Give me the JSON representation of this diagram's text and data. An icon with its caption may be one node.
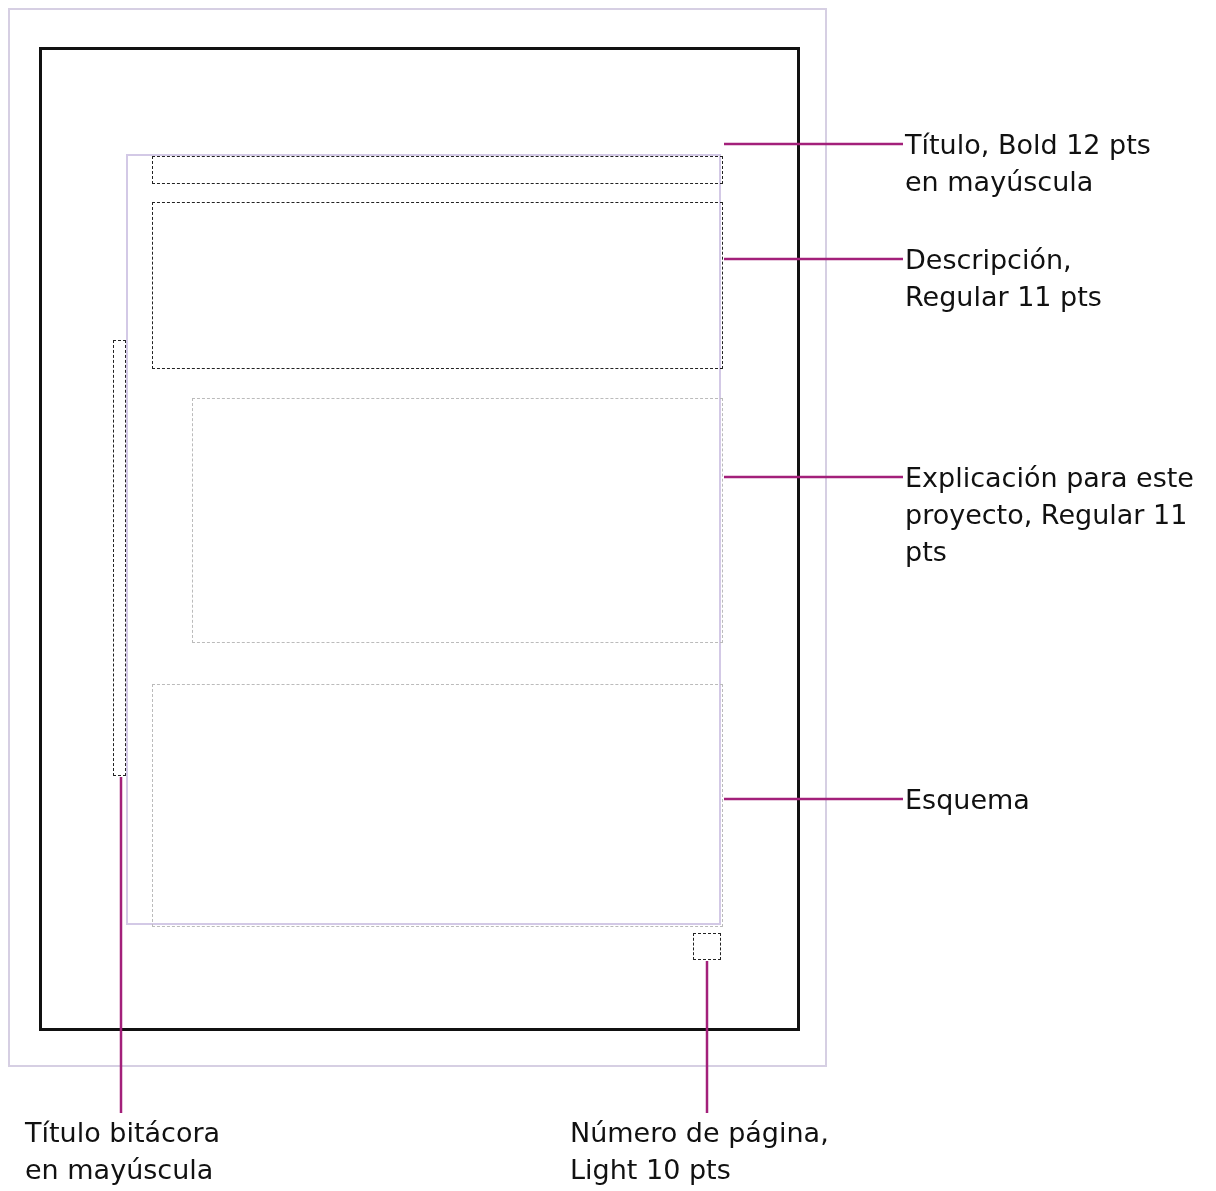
{
  "diagram": {
    "nodes": [
      {
        "text": [],
        "shape": "box"
      },
      {
        "text": [],
        "shape": "box",
        "in": 0
      },
      {
        "text": [],
        "shape": "box",
        "in": 1
      },
      {
        "text": [],
        "shape": "box",
        "in": 2
      },
      {
        "text": [],
        "shape": "box",
        "in": 2
      },
      {
        "text": [],
        "shape": "box",
        "in": 2
      },
      {
        "text": [],
        "shape": "box",
        "in": 2
      },
      {
        "text": [],
        "shape": "box",
        "in": 1
      },
      {
        "text": [],
        "shape": "box",
        "in": 1
      },
      {
        "text": [
          "Título, Bold 12 pts en mayúscula"
        ]
      },
      {
        "text": [
          "Descripción, Regular 11 pts"
        ]
      },
      {
        "text": [
          "Explicación para este proyecto, Regular 11 pts"
        ]
      },
      {
        "text": [
          "Esquema"
        ]
      },
      {
        "text": [
          "Título bitácora en mayúscula"
        ]
      },
      {
        "text": [
          "Número de página, Light 10 pts"
        ]
      }
    ],
    "edges": [
      {
        "from": 9,
        "to": 3,
        "arrow": "none"
      },
      {
        "from": 10,
        "to": 4,
        "arrow": "none"
      },
      {
        "from": 11,
        "to": 5,
        "arrow": "none"
      },
      {
        "from": 12,
        "to": 6,
        "arrow": "none"
      },
      {
        "from": 13,
        "to": 7,
        "arrow": "none"
      },
      {
        "from": 14,
        "to": 8,
        "arrow": "none"
      }
    ]
  }
}
